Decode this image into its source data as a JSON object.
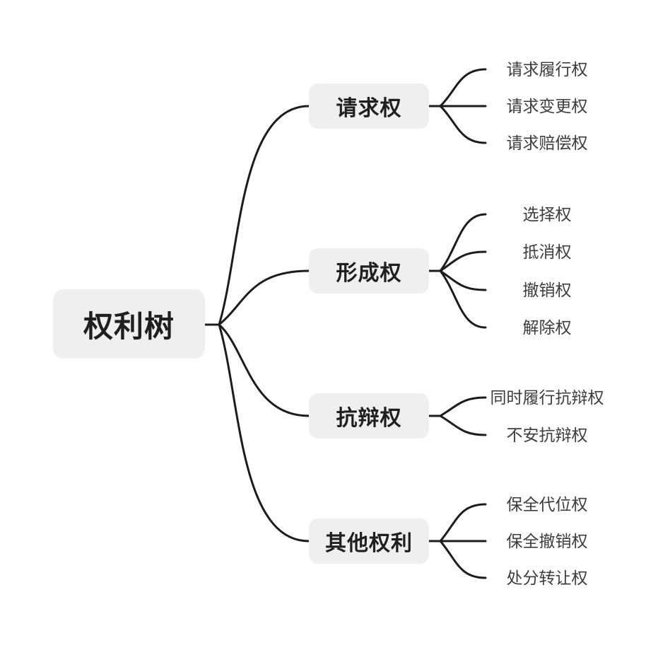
{
  "canvas": {
    "background_color": "#ffffff",
    "line_color": "#1c1c1c",
    "node_fill_color": "#efefef",
    "node_text_color": "#1f1f1f",
    "child_text_color": "#3d3d3d"
  },
  "tree": {
    "root": {
      "label": "权利树"
    },
    "branches": [
      {
        "label": "请求权",
        "children": [
          "请求履行权",
          "请求变更权",
          "请求赔偿权"
        ]
      },
      {
        "label": "形成权",
        "children": [
          "选择权",
          "抵消权",
          "撤销权",
          "解除权"
        ]
      },
      {
        "label": "抗辩权",
        "children": [
          "同时履行抗辩权",
          "不安抗辩权"
        ]
      },
      {
        "label": "其他权利",
        "children": [
          "保全代位权",
          "保全撤销权",
          "处分转让权"
        ]
      }
    ]
  }
}
